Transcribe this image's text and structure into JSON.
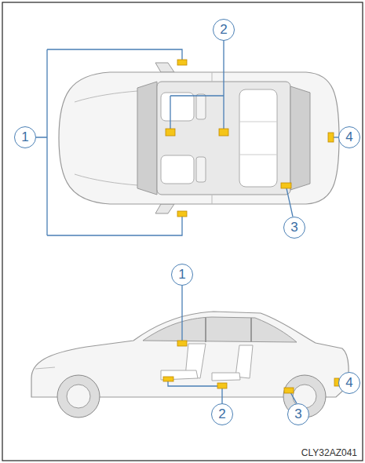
{
  "diagram": {
    "labels": [
      "1",
      "2",
      "3",
      "4",
      "1",
      "2",
      "3",
      "4",
      "CLY32AZ041"
    ]
  }
}
